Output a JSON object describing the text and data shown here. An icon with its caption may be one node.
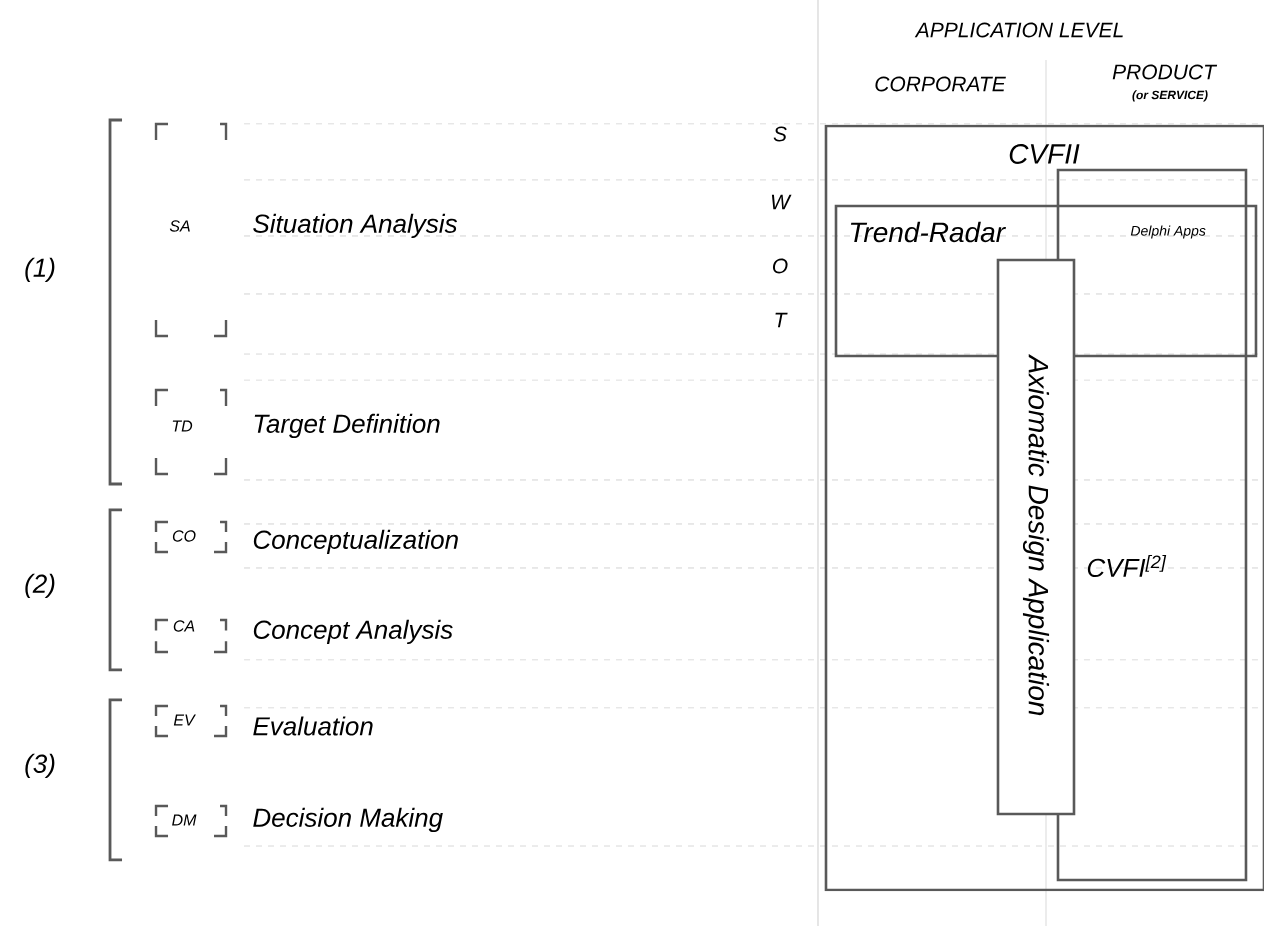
{
  "diagram": {
    "nodes": [
      {
        "text": [
          "CVFII"
        ]
      },
      {
        "text": [
          "Trend-Radar",
          "Delphi Apps"
        ],
        "in": 0
      },
      {
        "text": [
          "Axiomatic Design Application"
        ],
        "in": 0
      },
      {
        "text": [
          "CVFI$^{[2]}$"
        ],
        "in": 0
      }
    ],
    "labels": [
      "APPLICATION LEVEL",
      "CORPORATE",
      "PRODUCT",
      "(or SERVICE)",
      "S",
      "W",
      "O",
      "T",
      "(1)",
      "SA",
      "Situation Analysis",
      "TD",
      "Target Definition",
      "(2)",
      "CO",
      "Conceptualization",
      "CA",
      "Concept Analysis",
      "(3)",
      "EV",
      "Evaluation",
      "DM",
      "Decision Making"
    ]
  }
}
